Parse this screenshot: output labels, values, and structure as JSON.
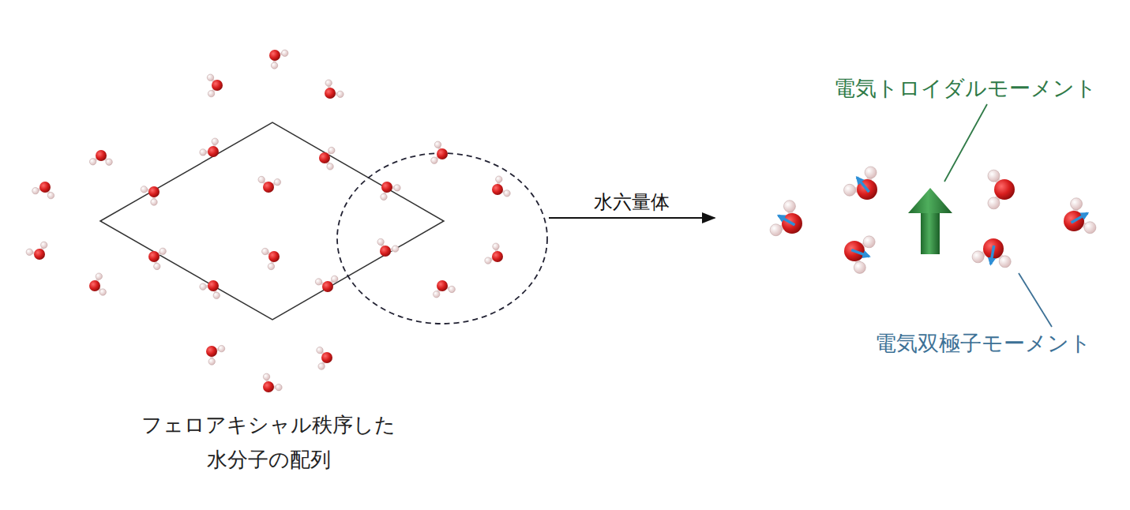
{
  "diagram": {
    "labels": [
      "水六量体",
      "電気トロイダルモーメント",
      "電気双極子モーメント",
      "フェロアキシャル秩序した 水分子の配列"
    ]
  }
}
